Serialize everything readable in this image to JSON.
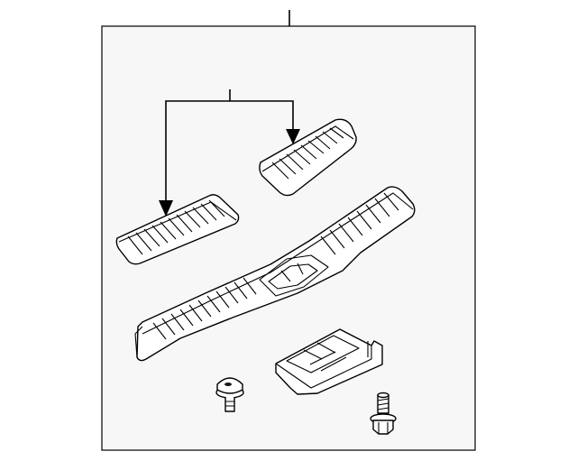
{
  "diagram": {
    "type": "exploded-parts-diagram",
    "background_color": "#f7f7f7",
    "line_color": "#000000",
    "callout_labels": [],
    "parts": [
      {
        "id": "rear-scuff-plate",
        "name": "scuff-plate-main"
      },
      {
        "id": "left-scuff-pad",
        "name": "scuff-pad-left"
      },
      {
        "id": "right-scuff-pad",
        "name": "scuff-pad-right"
      },
      {
        "id": "mounting-bracket",
        "name": "striker-bracket"
      },
      {
        "id": "clip",
        "name": "push-clip"
      },
      {
        "id": "bolt",
        "name": "flange-bolt"
      }
    ]
  }
}
